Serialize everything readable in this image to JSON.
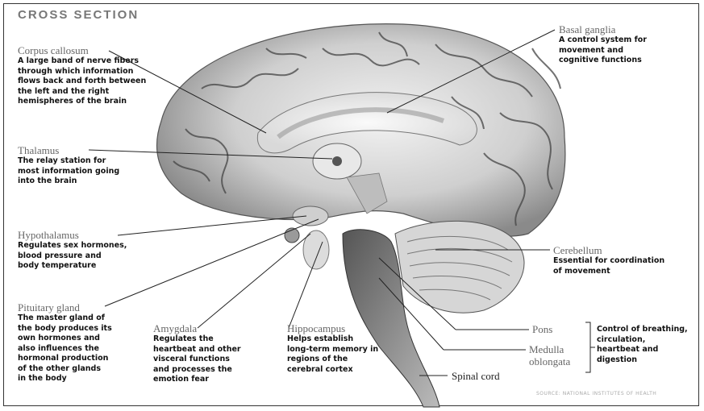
{
  "title": "CROSS SECTION",
  "labels": {
    "corpus_callosum": {
      "name": "Corpus callosum",
      "desc": "A large band of nerve fibers\nthrough which information\nflows back and forth between\nthe left and the right\nhemispheres of the brain"
    },
    "thalamus": {
      "name": "Thalamus",
      "desc": "The relay station for\nmost information going\ninto the brain"
    },
    "hypothalamus": {
      "name": "Hypothalamus",
      "desc": "Regulates sex hormones,\nblood pressure and\nbody temperature"
    },
    "pituitary": {
      "name": "Pituitary gland",
      "desc": "The master gland of\nthe body produces its\nown hormones and\nalso influences the\nhormonal production\nof the other glands\nin the body"
    },
    "amygdala": {
      "name": "Amygdala",
      "desc": "Regulates the\nheartbeat and other\nvisceral functions\nand processes the\nemotion fear"
    },
    "hippocampus": {
      "name": "Hippocampus",
      "desc": "Helps establish\nlong-term memory in\nregions of the\ncerebral cortex"
    },
    "basal_ganglia": {
      "name": "Basal ganglia",
      "desc": "A control system for\nmovement and\ncognitive functions"
    },
    "cerebellum": {
      "name": "Cerebellum",
      "desc": "Essential for coordination\nof movement"
    },
    "pons": {
      "name": "Pons"
    },
    "medulla": {
      "name": "Medulla\noblongata"
    },
    "spinal_cord": {
      "name": "Spinal cord"
    },
    "brainstem_function": "Control of breathing,\ncirculation,\nheartbeat and\ndigestion"
  },
  "credit": "SOURCE: NATIONAL INSTITUTES OF HEALTH"
}
